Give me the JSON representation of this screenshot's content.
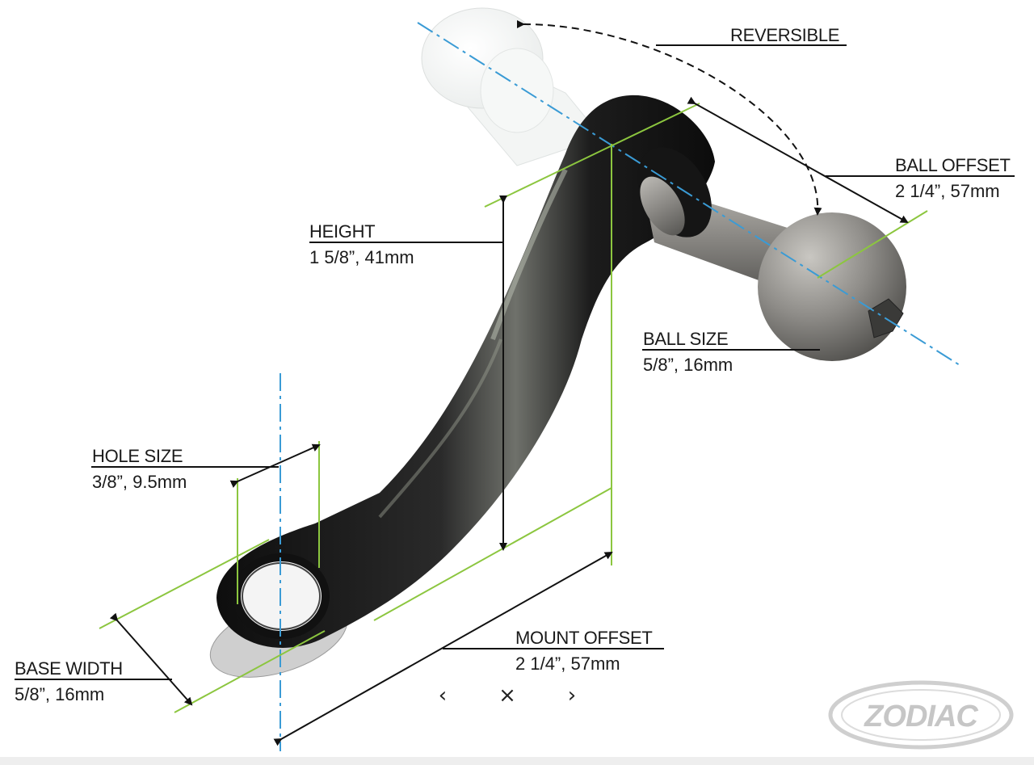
{
  "labels": {
    "reversible": "REVERSIBLE",
    "ball_offset": {
      "title": "BALL OFFSET",
      "value": "2 1/4”, 57mm"
    },
    "height": {
      "title": "HEIGHT",
      "value": "1 5/8”, 41mm"
    },
    "ball_size": {
      "title": "BALL SIZE",
      "value": "5/8”, 16mm"
    },
    "hole_size": {
      "title": "HOLE SIZE",
      "value": "3/8”, 9.5mm"
    },
    "mount_offset": {
      "title": "MOUNT OFFSET",
      "value": "2 1/4”, 57mm"
    },
    "base_width": {
      "title": "BASE WIDTH",
      "value": "5/8”, 16mm"
    }
  },
  "nav": {
    "prev": "‹",
    "close": "×",
    "next": "›"
  },
  "brand": {
    "name": "ZODIAC"
  },
  "colors": {
    "dimension_line": "#8cc63f",
    "axis_line": "#3a9bd5",
    "arm": "#1c1c1c",
    "ball": "#8e8c88",
    "logo": "#c9c9c9"
  },
  "icons": {
    "prev": "chevron-left-icon",
    "close": "close-icon",
    "next": "chevron-right-icon"
  }
}
